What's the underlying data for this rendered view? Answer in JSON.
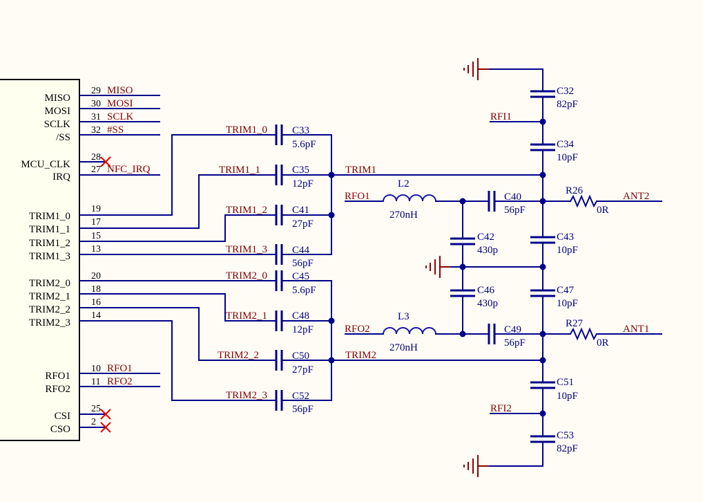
{
  "ic": {
    "pins": {
      "miso": {
        "name": "MISO",
        "num": "29"
      },
      "mosi": {
        "name": "MOSI",
        "num": "30"
      },
      "sclk": {
        "name": "SCLK",
        "num": "31"
      },
      "ss": {
        "name": "/SS",
        "num": "32"
      },
      "mcu_clk": {
        "name": "MCU_CLK",
        "num": "28"
      },
      "irq": {
        "name": "IRQ",
        "num": "27"
      },
      "trim1_0": {
        "name": "TRIM1_0",
        "num": "19"
      },
      "trim1_1": {
        "name": "TRIM1_1",
        "num": "17"
      },
      "trim1_2": {
        "name": "TRIM1_2",
        "num": "15"
      },
      "trim1_3": {
        "name": "TRIM1_3",
        "num": "13"
      },
      "trim2_0": {
        "name": "TRIM2_0",
        "num": "20"
      },
      "trim2_1": {
        "name": "TRIM2_1",
        "num": "18"
      },
      "trim2_2": {
        "name": "TRIM2_2",
        "num": "16"
      },
      "trim2_3": {
        "name": "TRIM2_3",
        "num": "14"
      },
      "rfo1": {
        "name": "RFO1",
        "num": "10"
      },
      "rfo2": {
        "name": "RFO2",
        "num": "11"
      },
      "csi": {
        "name": "CSI",
        "num": "25"
      },
      "cso": {
        "name": "CSO",
        "num": "2"
      }
    }
  },
  "nets": {
    "miso": "MISO",
    "mosi": "MOSI",
    "sclk": "SCLK",
    "ss": "#SS",
    "nfc_irq": "NFC_IRQ",
    "rfo1_pin": "RFO1",
    "rfo2_pin": "RFO2",
    "trim1_0": "TRIM1_0",
    "trim1_1": "TRIM1_1",
    "trim1_2": "TRIM1_2",
    "trim1_3": "TRIM1_3",
    "trim2_0": "TRIM2_0",
    "trim2_1": "TRIM2_1",
    "trim2_2": "TRIM2_2",
    "trim2_3": "TRIM2_3",
    "trim1": "TRIM1",
    "trim2": "TRIM2",
    "rfo1": "RFO1",
    "rfo2": "RFO2",
    "rfi1": "RFI1",
    "rfi2": "RFI2",
    "ant1": "ANT1",
    "ant2": "ANT2"
  },
  "components": {
    "c33": {
      "ref": "C33",
      "value": "5.6pF"
    },
    "c35": {
      "ref": "C35",
      "value": "12pF"
    },
    "c41": {
      "ref": "C41",
      "value": "27pF"
    },
    "c44": {
      "ref": "C44",
      "value": "56pF"
    },
    "c45": {
      "ref": "C45",
      "value": "5.6pF"
    },
    "c48": {
      "ref": "C48",
      "value": "12pF"
    },
    "c50": {
      "ref": "C50",
      "value": "27pF"
    },
    "c52": {
      "ref": "C52",
      "value": "56pF"
    },
    "l2": {
      "ref": "L2",
      "value": "270nH"
    },
    "l3": {
      "ref": "L3",
      "value": "270nH"
    },
    "c40": {
      "ref": "C40",
      "value": "56pF"
    },
    "c49": {
      "ref": "C49",
      "value": "56pF"
    },
    "c42": {
      "ref": "C42",
      "value": "430p"
    },
    "c46": {
      "ref": "C46",
      "value": "430p"
    },
    "c32": {
      "ref": "C32",
      "value": "82pF"
    },
    "c34": {
      "ref": "C34",
      "value": "10pF"
    },
    "c43": {
      "ref": "C43",
      "value": "10pF"
    },
    "c47": {
      "ref": "C47",
      "value": "10pF"
    },
    "c51": {
      "ref": "C51",
      "value": "10pF"
    },
    "c53": {
      "ref": "C53",
      "value": "82pF"
    },
    "r26": {
      "ref": "R26",
      "value": "0R"
    },
    "r27": {
      "ref": "R27",
      "value": "0R"
    }
  },
  "colors": {
    "background": "#fffcf6",
    "wire": "#00008b",
    "net_label": "#800000",
    "component_label": "#000080",
    "ground": "#8b0000",
    "no_connect": "#e00000"
  }
}
